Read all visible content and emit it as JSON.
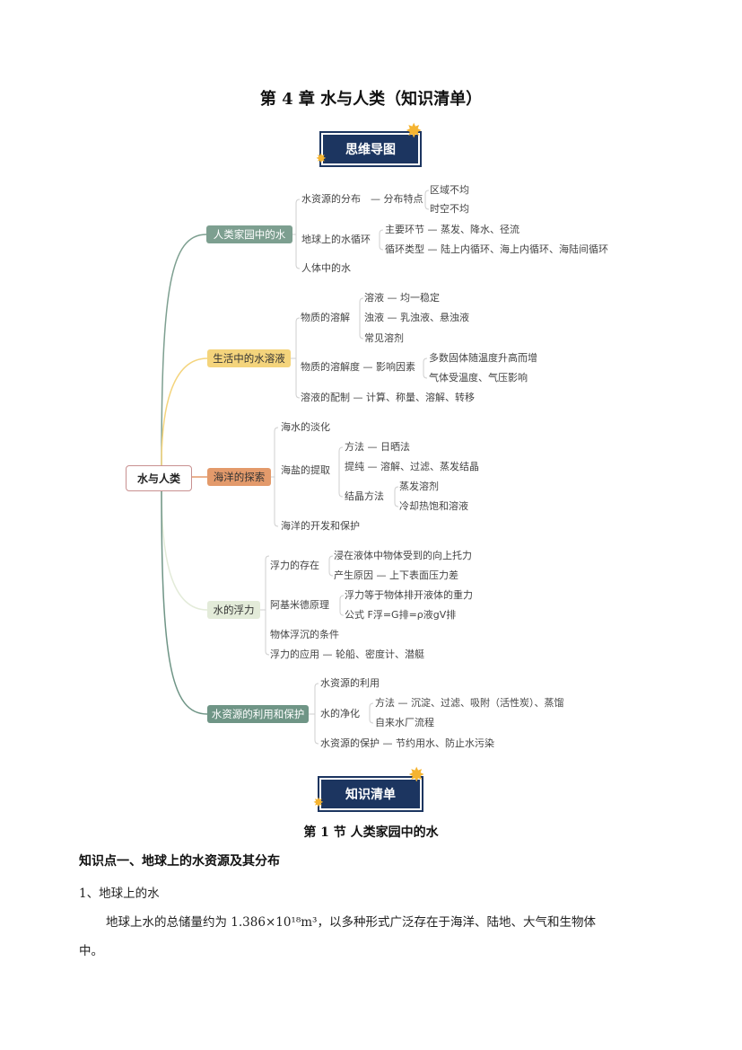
{
  "title": "第 4 章  水与人类（知识清单）",
  "banner_mindmap": "思维导图",
  "banner_list": "知识清单",
  "mindmap": {
    "root": "水与人类",
    "branches": [
      {
        "label": "人类家园中的水",
        "color": "#7d9f90",
        "text_color": "#ffffff",
        "nodes": [
          "水资源的分布",
          "— 分布特点",
          "区域不均",
          "时空不均",
          "地球上的水循环",
          "主要环节 — 蒸发、降水、径流",
          "循环类型 — 陆上内循环、海上内循环、海陆间循环",
          "人体中的水"
        ]
      },
      {
        "label": "生活中的水溶液",
        "color": "#f4d47c",
        "text_color": "#333333",
        "nodes": [
          "物质的溶解",
          "溶液 — 均一稳定",
          "浊液 — 乳浊液、悬浊液",
          "常见溶剂",
          "物质的溶解度 — 影响因素",
          "多数固体随温度升高而增",
          "气体受温度、气压影响",
          "溶液的配制 — 计算、称量、溶解、转移"
        ]
      },
      {
        "label": "海洋的探索",
        "color": "#e39a6b",
        "text_color": "#333333",
        "nodes": [
          "海水的淡化",
          "海盐的提取",
          "方法 — 日晒法",
          "提纯 — 溶解、过滤、蒸发结晶",
          "结晶方法",
          "蒸发溶剂",
          "冷却热饱和溶液",
          "海洋的开发和保护"
        ]
      },
      {
        "label": "水的浮力",
        "color": "#e3ebd9",
        "text_color": "#333333",
        "nodes": [
          "浮力的存在",
          "浸在液体中物体受到的向上托力",
          "产生原因 — 上下表面压力差",
          "阿基米德原理",
          "浮力等于物体排开液体的重力",
          "公式    F浮=G排=ρ液gV排",
          "物体浮沉的条件",
          "浮力的应用 — 轮船、密度计、潜艇"
        ]
      },
      {
        "label": "水资源的利用和保护",
        "color": "#6f9586",
        "text_color": "#ffffff",
        "nodes": [
          "水资源的利用",
          "水的净化",
          "方法 — 沉淀、过滤、吸附（活性炭）、蒸馏",
          "自来水厂流程",
          "水资源的保护 — 节约用水、防止水污染"
        ]
      }
    ]
  },
  "section_title": "第 1 节  人类家园中的水",
  "point_title": "知识点一、地球上的水资源及其分布",
  "sub_title": "1、地球上的水",
  "para_line1": "地球上水的总储量约为 1.386×10¹⁸m³，以多种形式广泛存在于海洋、陆地、大气和生物体",
  "para_line2": "中。"
}
